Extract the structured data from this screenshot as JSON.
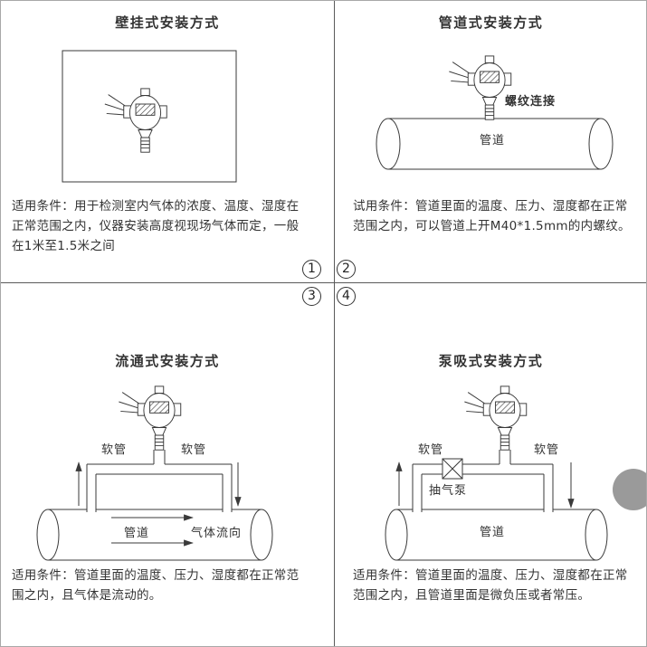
{
  "colors": {
    "ink": "#3a3a3a",
    "divider": "#5a5a5a",
    "watermark_gray": "#9a9a9a"
  },
  "markers": {
    "m1": "1",
    "m2": "2",
    "m3": "3",
    "m4": "4"
  },
  "q1": {
    "title": "壁挂式安装方式",
    "desc": "适用条件：用于检测室内气体的浓度、温度、湿度在正常范围之内，仪器安装高度视现场气体而定，一般在1米至1.5米之间"
  },
  "q2": {
    "title": "管道式安装方式",
    "thread_label": "螺纹连接",
    "pipe_label": "管道",
    "desc": "试用条件：管道里面的温度、压力、湿度都在正常范围之内，可以管道上开M40*1.5mm的内螺纹。"
  },
  "q3": {
    "title": "流通式安装方式",
    "hose_left_label": "软管",
    "hose_right_label": "软管",
    "pipe_label": "管道",
    "flow_label": "气体流向",
    "desc": "适用条件：管道里面的温度、压力、湿度都在正常范围之内，且气体是流动的。"
  },
  "q4": {
    "title": "泵吸式安装方式",
    "hose_left_label": "软管",
    "hose_right_label": "软管",
    "pump_label": "抽气泵",
    "pipe_label": "管道",
    "desc": "适用条件：管道里面的温度、压力、湿度都在正常范围之内，且管道里面是微负压或者常压。"
  }
}
